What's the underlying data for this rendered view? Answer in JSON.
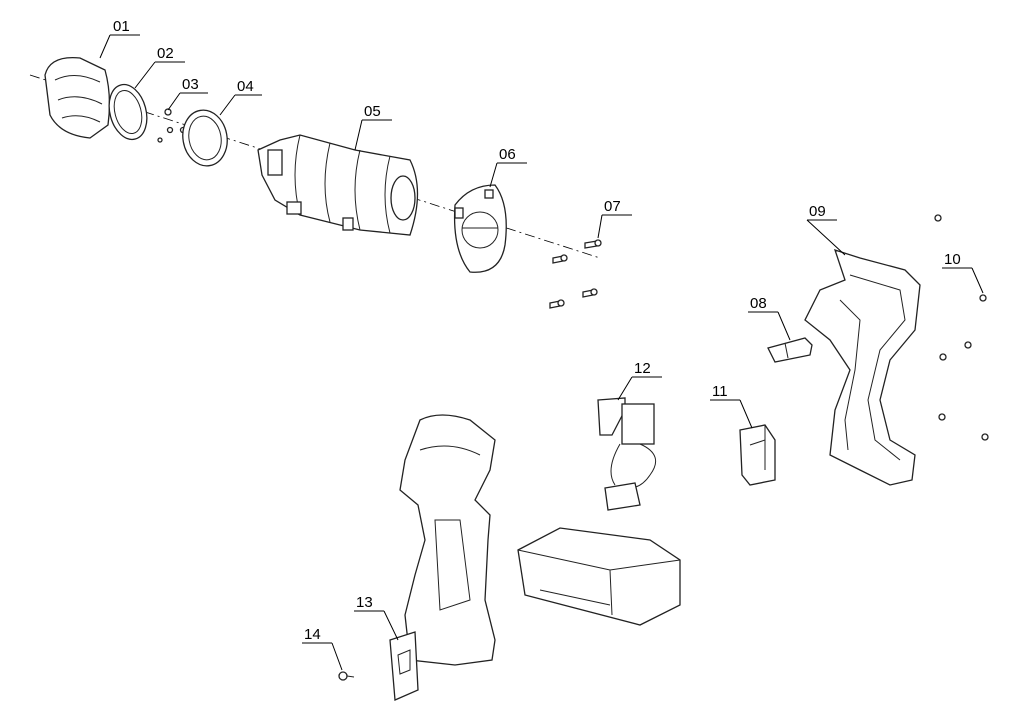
{
  "diagram": {
    "type": "exploded-parts-view",
    "parts": [
      {
        "number": "01"
      },
      {
        "number": "02"
      },
      {
        "number": "03"
      },
      {
        "number": "04"
      },
      {
        "number": "05"
      },
      {
        "number": "06"
      },
      {
        "number": "07"
      },
      {
        "number": "08"
      },
      {
        "number": "09"
      },
      {
        "number": "10"
      },
      {
        "number": "11"
      },
      {
        "number": "12"
      },
      {
        "number": "13"
      },
      {
        "number": "14"
      }
    ]
  }
}
